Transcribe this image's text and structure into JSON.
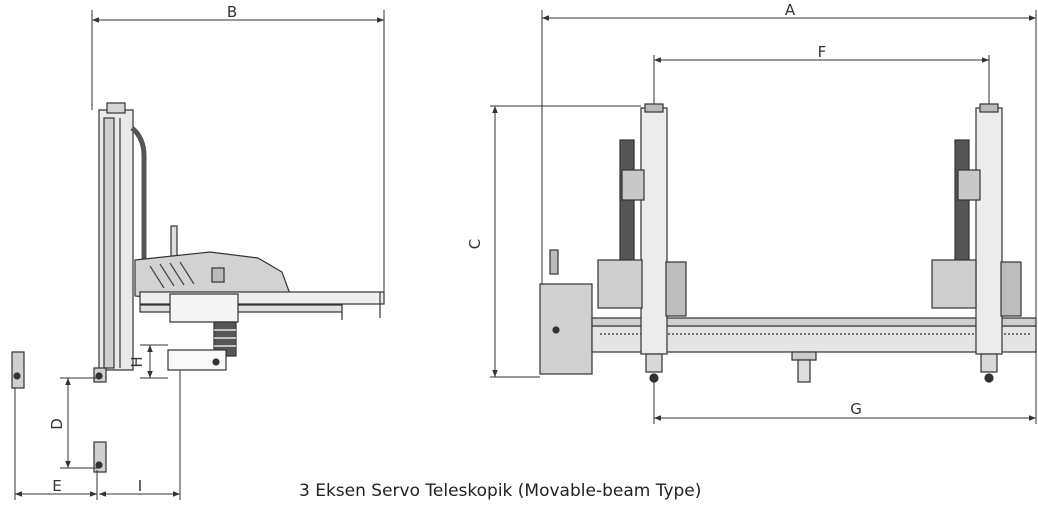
{
  "dimension_labels": {
    "a": "A",
    "b": "B",
    "c": "C",
    "d": "D",
    "e": "E",
    "f": "F",
    "g": "G",
    "h": "H",
    "i": "I"
  },
  "caption": "3 Eksen Servo Teleskopik (Movable-beam  Type)"
}
